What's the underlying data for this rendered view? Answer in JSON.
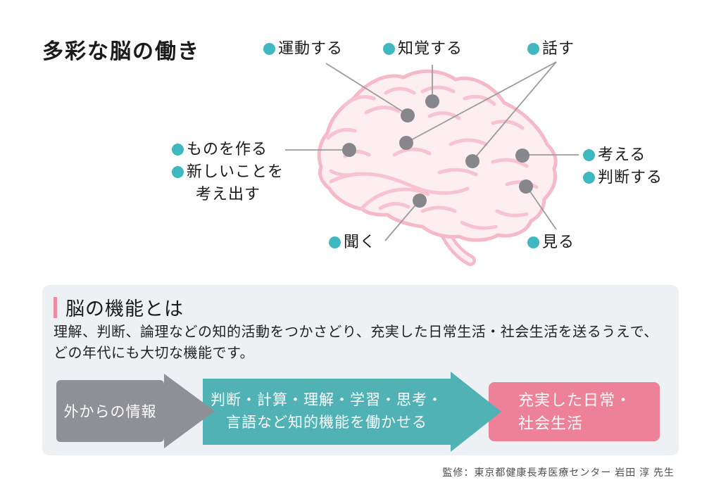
{
  "title": "多彩な脳の働き",
  "diagram": {
    "top_labels": [
      {
        "id": "move",
        "label": "運動する"
      },
      {
        "id": "perceive",
        "label": "知覚する"
      },
      {
        "id": "speak",
        "label": "話す"
      }
    ],
    "left_labels": [
      {
        "id": "make",
        "label": "ものを作る"
      },
      {
        "id": "create-new",
        "label": "新しいことを"
      },
      {
        "id": "create-new2",
        "label": "考え出す"
      }
    ],
    "right_labels": [
      {
        "id": "think",
        "label": "考える"
      },
      {
        "id": "judge",
        "label": "判断する"
      }
    ],
    "bottom_labels": [
      {
        "id": "hear",
        "label": "聞く"
      },
      {
        "id": "see",
        "label": "見る"
      }
    ]
  },
  "panel": {
    "heading": "脳の機能とは",
    "body_line1": "理解、判断、論理などの知的活動をつかさどり、充実した日常生活・社会生活を送るうえで、",
    "body_line2": "どの年代にも大切な機能です。",
    "flow": {
      "step1": "外からの情報",
      "step2_line1": "判断・計算・理解・学習・思考・",
      "step2_line2": "言語など知的機能を働かせる",
      "step3_line1": "充実した日常・",
      "step3_line2": "社会生活"
    }
  },
  "credit": "監修：東京都健康長寿医療センター 岩田 淳 先生",
  "icons": {
    "bullet": "teal-dot-icon",
    "brain_point": "gray-dot-icon"
  },
  "colors": {
    "teal": "#3fb8c2",
    "teal_arrow": "#50b2b5",
    "pink_box": "#ec8197",
    "pink_bar": "#ef8ba0",
    "gray_arrow": "#8e9095",
    "panel_bg": "#eef1f3",
    "brain_outline": "#f5b9c7",
    "brain_fill": "#fdeef1",
    "brain_gyri": "#f6c3cf",
    "dot": "#87878b",
    "line": "#9b9b9b"
  }
}
